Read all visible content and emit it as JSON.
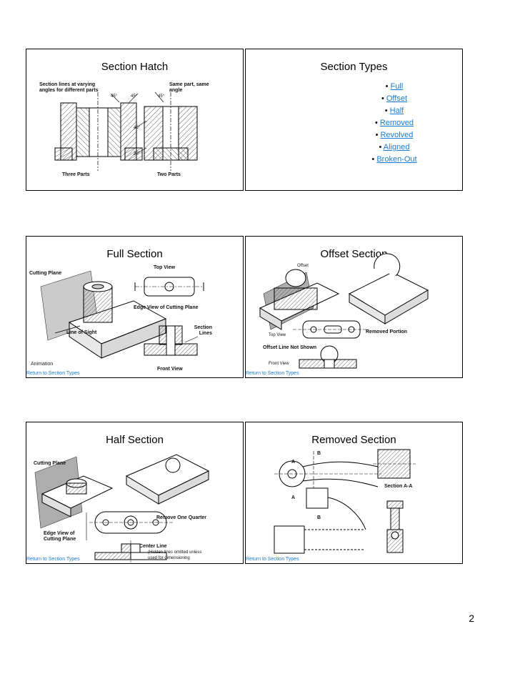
{
  "page_number": "2",
  "slides": {
    "section_hatch": {
      "title": "Section Hatch",
      "label_varying": "Section lines at varying angles for different parts",
      "label_same": "Same part, same angle",
      "angle_1": "45°",
      "angle_2": "45°",
      "angle_3": "45°",
      "angle_4": "45°",
      "angle_5": "30°",
      "label_three": "Three Parts",
      "label_two": "Two Parts"
    },
    "section_types": {
      "title": "Section Types",
      "items": [
        "Full",
        "Offset",
        "Half",
        "Removed",
        "Revolved",
        "Aligned",
        "Broken-Out"
      ]
    },
    "full_section": {
      "title": "Full Section",
      "cutting_plane": "Cutting Plane",
      "top_view": "Top View",
      "edge_view": "Edge View of Cutting Plane",
      "line_of_sight": "Line of Sight",
      "section_lines": "Section Lines",
      "front_view": "Front View",
      "animation": "Animation",
      "return_link": "Return to Section Types"
    },
    "offset_section": {
      "title": "Offset Section",
      "offset": "Offset",
      "top_view": "Top View",
      "removed_portion": "Removed Portion",
      "offset_line": "Offset Line Not Shown",
      "front_view": "Front View",
      "return_link": "Return to Section Types"
    },
    "half_section": {
      "title": "Half Section",
      "cutting_plane": "Cutting Plane",
      "remove_quarter": "Remove One Quarter",
      "edge_view": "Edge View of Cutting Plane",
      "center_line": "Center Line",
      "hidden_note": "(Hidden lines omitted unless used for dimensioning",
      "return_link": "Return to Section Types"
    },
    "removed_section": {
      "title": "Removed Section",
      "label_b_top": "B",
      "label_a_top": "A",
      "label_a_bottom": "A",
      "label_b_bottom": "B",
      "section_aa": "Section A-A",
      "return_link": "Return to Section Types"
    }
  }
}
